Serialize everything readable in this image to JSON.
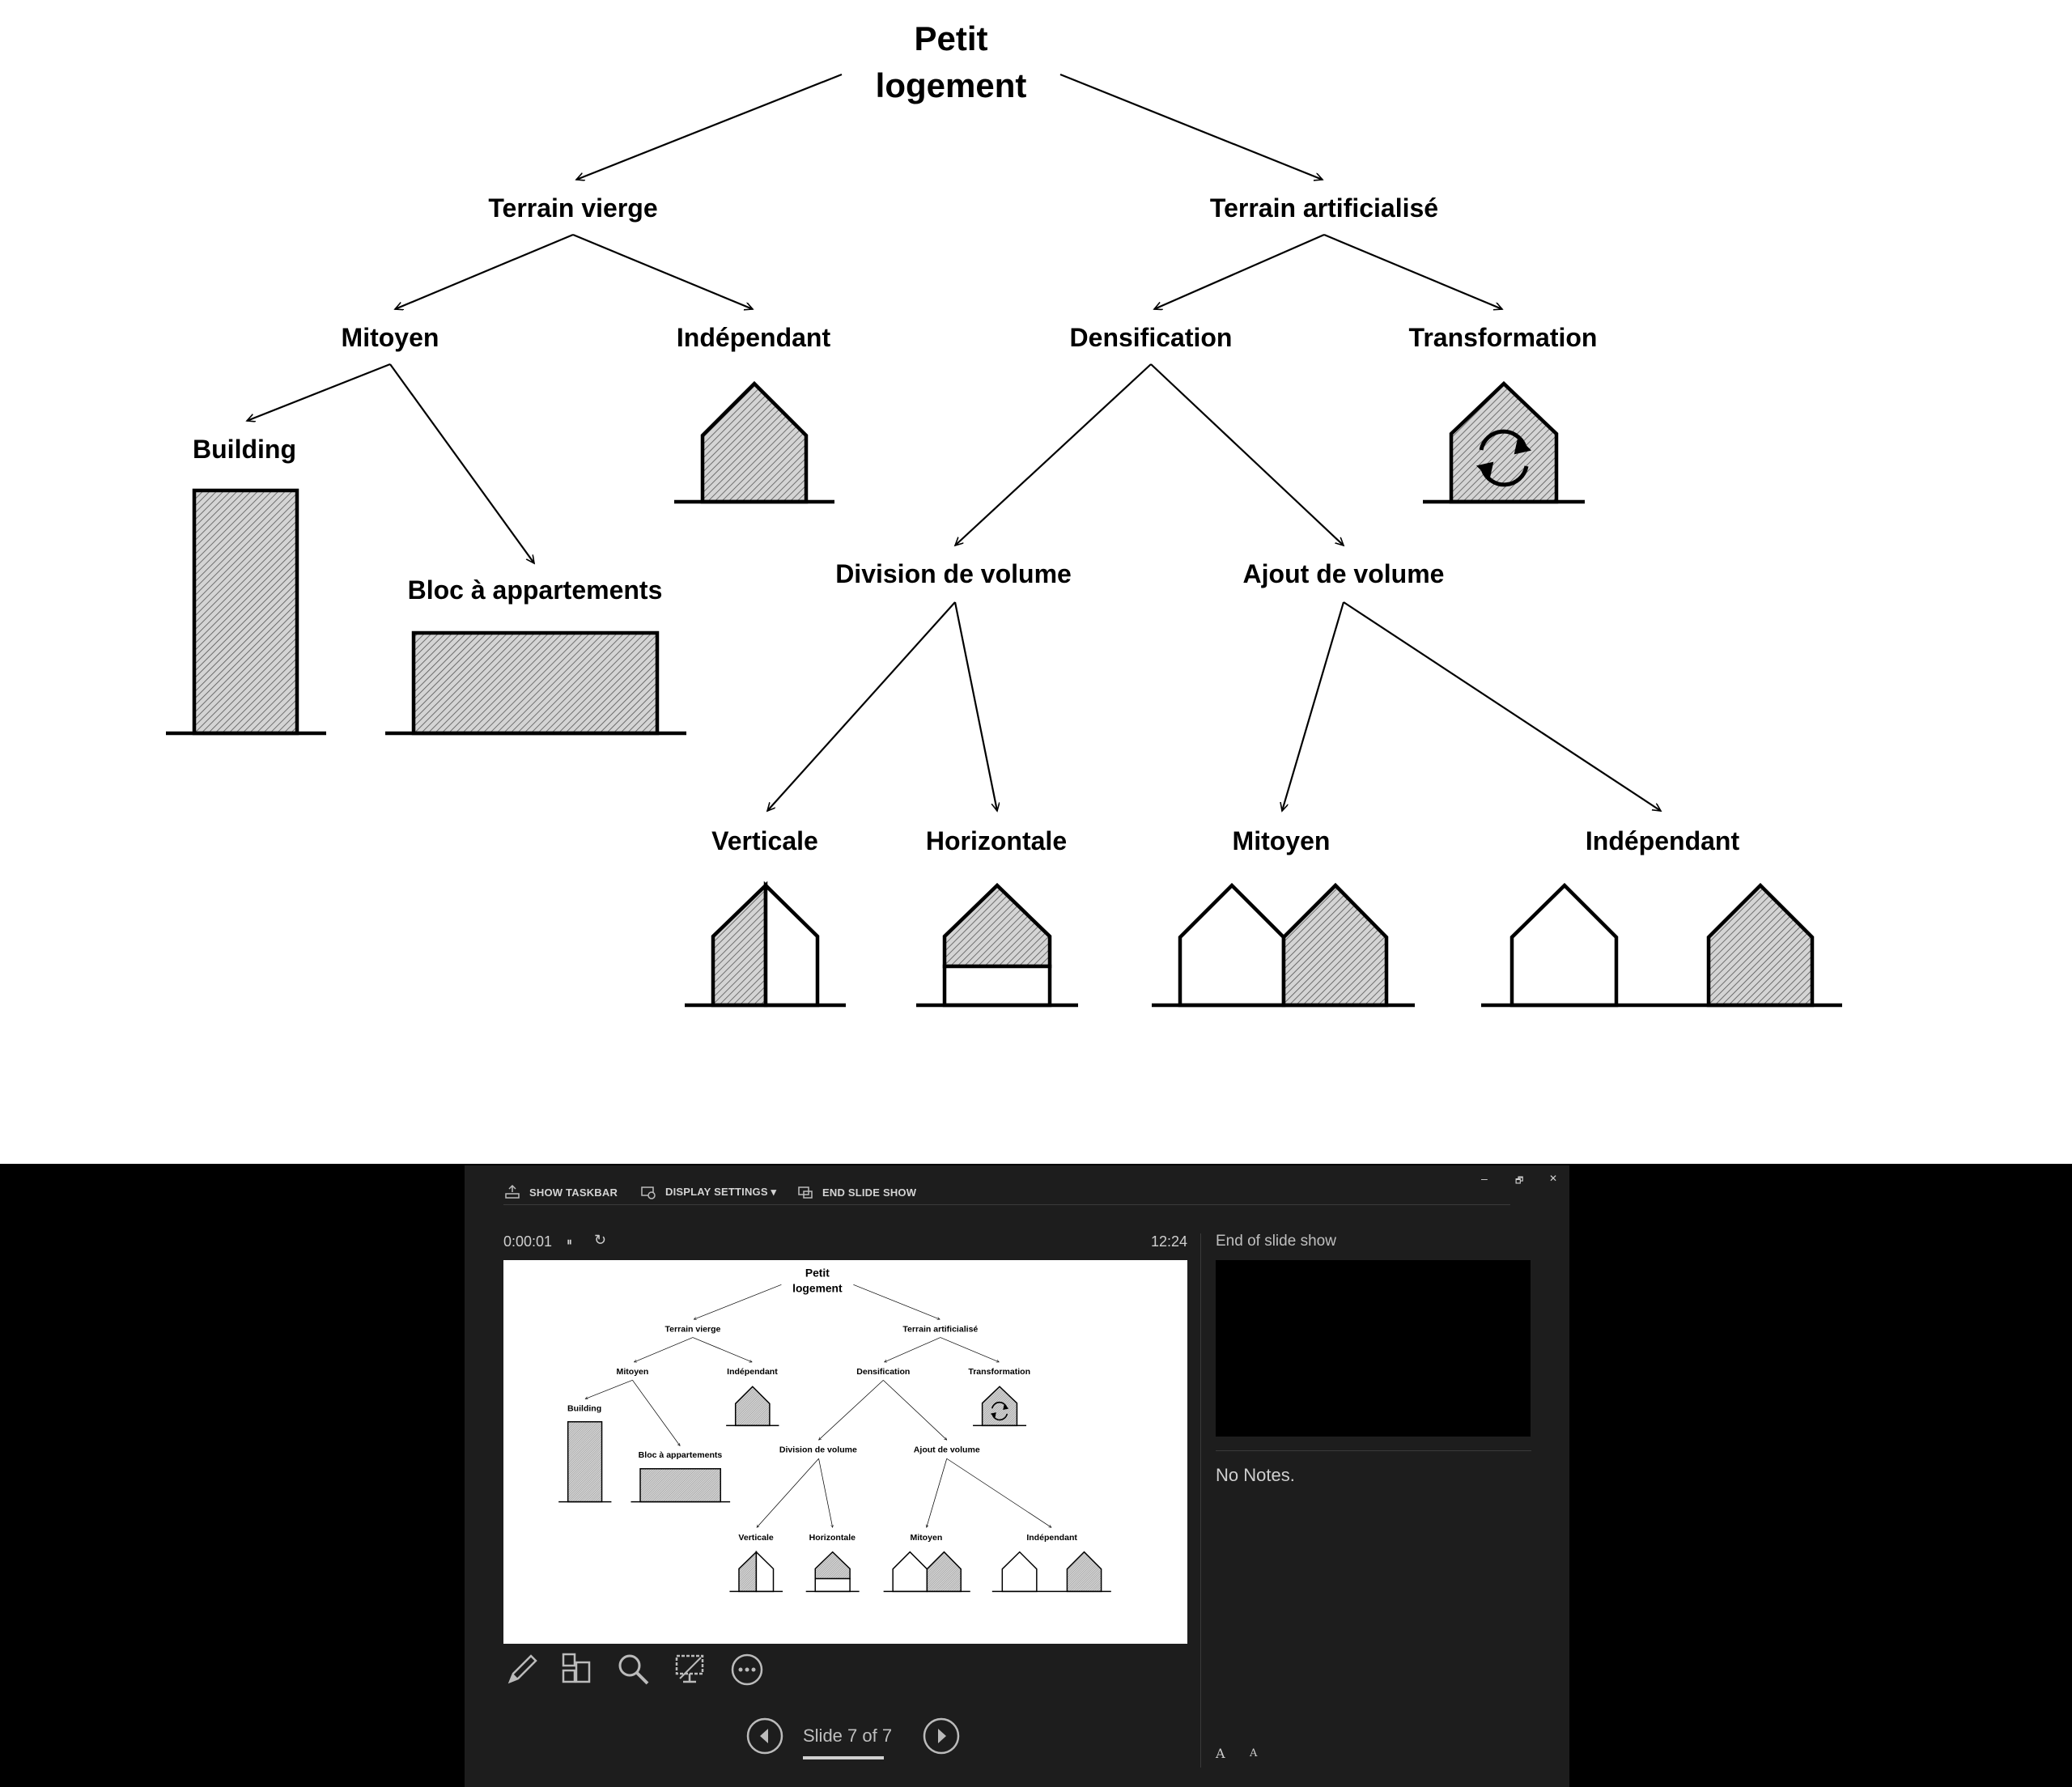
{
  "slide": {
    "title": [
      "Petit",
      "logement"
    ],
    "nodes": {
      "terrain_vierge": "Terrain vierge",
      "terrain_artificialise": "Terrain artificialisé",
      "mitoyen": "Mitoyen",
      "independant": "Indépendant",
      "densification": "Densification",
      "transformation": "Transformation",
      "building": "Building",
      "bloc": "Bloc à appartements",
      "division": "Division de volume",
      "ajout": "Ajout de volume",
      "verticale": "Verticale",
      "horizontale": "Horizontale",
      "mitoyen2": "Mitoyen",
      "independant2": "Indépendant"
    }
  },
  "toolbar": {
    "show_taskbar": "SHOW TASKBAR",
    "display_settings": "DISPLAY SETTINGS ▾",
    "end_slide_show": "END SLIDE SHOW"
  },
  "window": {
    "minimize": "–",
    "restore": "🗗",
    "close": "✕"
  },
  "presenter": {
    "timer": "0:00:01",
    "pause": "⏸",
    "reset": "↻",
    "clock": "12:24",
    "next_label": "End of slide show",
    "notes": "No Notes.",
    "slide_counter": "Slide 7 of 7",
    "font_increase": "A",
    "font_decrease": "A"
  },
  "icons": [
    "pen-icon",
    "slide-grid-icon",
    "zoom-icon",
    "screen-icon",
    "more-icon",
    "prev-icon",
    "next-icon"
  ]
}
